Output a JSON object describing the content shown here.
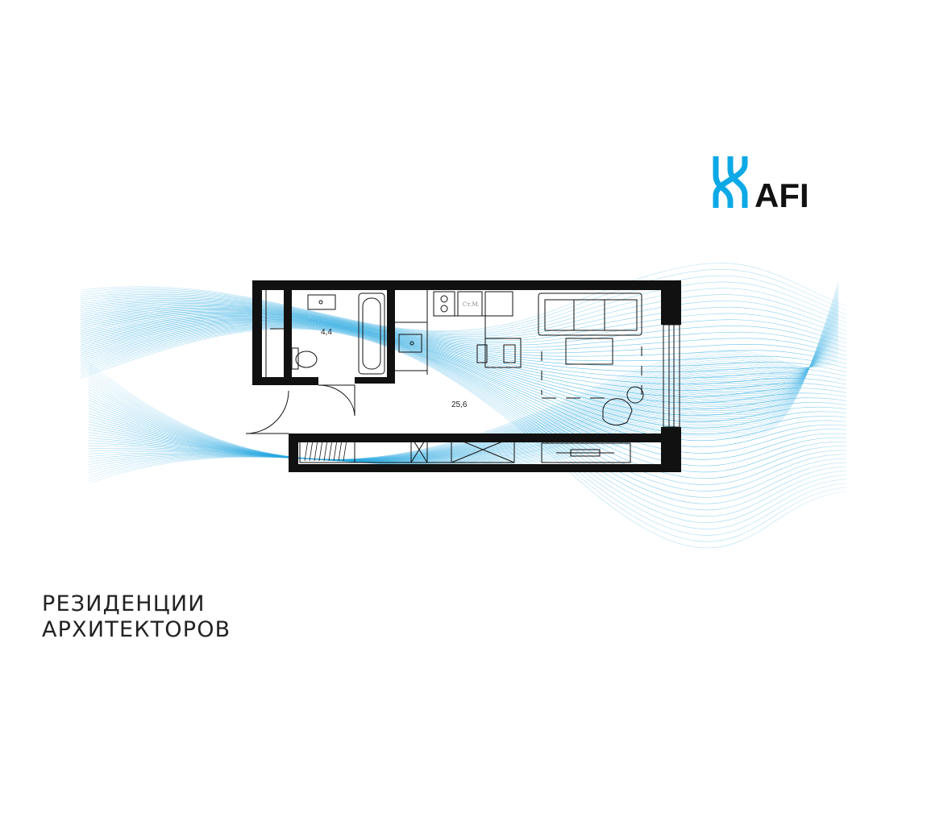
{
  "brand": {
    "logo_text": "AFI",
    "logo_mark_color": "#0da9e6",
    "logo_text_color": "#111111"
  },
  "plan": {
    "rooms": [
      {
        "name": "bathroom",
        "area_label": "4,4"
      },
      {
        "name": "living-room",
        "area_label": "25,6"
      }
    ],
    "appliance_label": "Ст.М."
  },
  "title": {
    "line1": "РЕЗИДЕНЦИИ",
    "line2": "АРХИТЕКТОРОВ"
  },
  "colors": {
    "wave": "#2aa9e0",
    "wall": "#111111",
    "text": "#222222"
  }
}
